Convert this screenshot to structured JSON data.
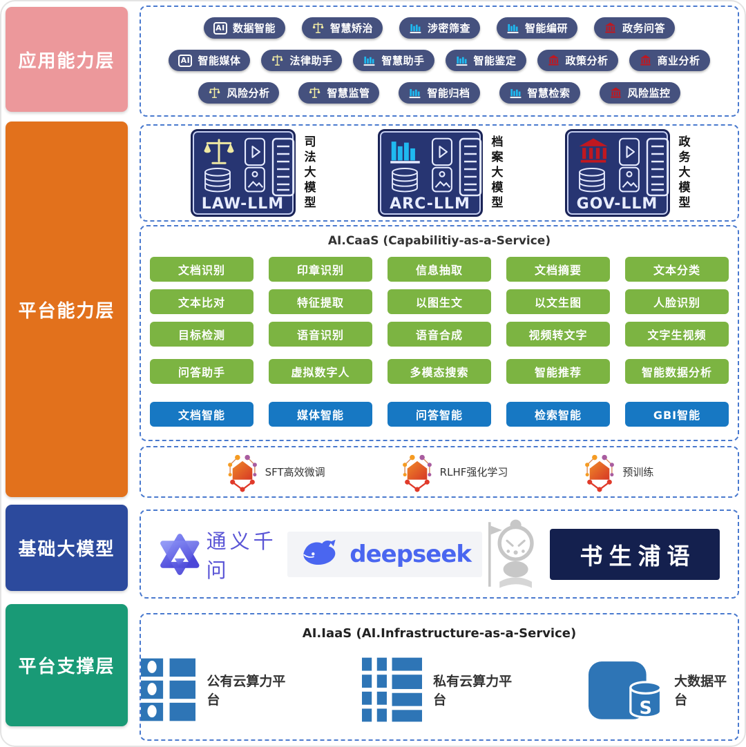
{
  "colors": {
    "app_layer": "#EC989B",
    "platform_layer": "#E2711C",
    "foundation_layer": "#2C4A9D",
    "support_layer": "#199A76",
    "badge_bg": "#45517E",
    "green_btn": "#7CB442",
    "blue_btn": "#1778C3",
    "dashed_border": "#4979CE",
    "scale_icon": "#EFE9A3",
    "library_icon": "#1FB9F0",
    "bank_icon": "#C01820",
    "deepseek_blue": "#4A66F0",
    "tongyi_violet": "#5A55D6",
    "iaas_blue": "#2E75B6"
  },
  "sidebar": {
    "layers": [
      {
        "label": "应用能力层"
      },
      {
        "label": "平台能力层"
      },
      {
        "label": "基础大模型"
      },
      {
        "label": "平台支撑层"
      }
    ]
  },
  "icons": {
    "ai_glyph": "AI"
  },
  "app": {
    "rows": [
      {
        "items": [
          {
            "label": "数据智能",
            "icon": "ai-icon"
          },
          {
            "label": "智慧矫治",
            "icon": "scale-icon"
          },
          {
            "label": "涉密筛查",
            "icon": "library-icon"
          },
          {
            "label": "智能编研",
            "icon": "library-icon"
          },
          {
            "label": "政务问答",
            "icon": "bank-icon"
          }
        ]
      },
      {
        "items": [
          {
            "label": "智能媒体",
            "icon": "ai-icon"
          },
          {
            "label": "法律助手",
            "icon": "scale-icon"
          },
          {
            "label": "智慧助手",
            "icon": "library-icon"
          },
          {
            "label": "智能鉴定",
            "icon": "library-icon"
          },
          {
            "label": "政策分析",
            "icon": "bank-icon"
          },
          {
            "label": "商业分析",
            "icon": "bank-icon"
          }
        ]
      },
      {
        "items": [
          {
            "label": "风险分析",
            "icon": "scale-icon"
          },
          {
            "label": "智慧监管",
            "icon": "scale-icon"
          },
          {
            "label": "智能归档",
            "icon": "library-icon"
          },
          {
            "label": "智慧检索",
            "icon": "library-icon"
          },
          {
            "label": "风险监控",
            "icon": "bank-icon"
          }
        ]
      }
    ]
  },
  "llm": {
    "models": [
      {
        "name": "LAW-LLM",
        "domain": "司法大模型",
        "icon": "scale-icon"
      },
      {
        "name": "ARC-LLM",
        "domain": "档案大模型",
        "icon": "books-icon"
      },
      {
        "name": "GOV-LLM",
        "domain": "政务大模型",
        "icon": "bank-icon"
      }
    ]
  },
  "caas": {
    "title": "AI.CaaS (Capabilitiy-as-a-Service)",
    "green_rows": [
      {
        "items": [
          "文档识别",
          "印章识别",
          "信息抽取",
          "文档摘要",
          "文本分类"
        ]
      },
      {
        "items": [
          "文本比对",
          "特征提取",
          "以图生文",
          "以文生图",
          "人脸识别"
        ]
      },
      {
        "items": [
          "目标检测",
          "语音识别",
          "语音合成",
          "视频转文字",
          "文字生视频"
        ]
      },
      {
        "items": [
          "问答助手",
          "虚拟数字人",
          "多模态搜索",
          "智能推荐",
          "智能数据分析"
        ]
      }
    ],
    "blue_row": {
      "items": [
        "文档智能",
        "媒体智能",
        "问答智能",
        "检索智能",
        "GBI智能"
      ]
    }
  },
  "training": {
    "items": [
      {
        "label": "SFT高效微调"
      },
      {
        "label": "RLHF强化学习"
      },
      {
        "label": "预训练"
      }
    ]
  },
  "foundation": {
    "models": [
      {
        "name": "通义千问"
      },
      {
        "name": "deepseek"
      },
      {
        "name": "书生浦语"
      }
    ]
  },
  "iaas": {
    "title": "AI.IaaS (AI.Infrastructure-as-a-Service)",
    "bigdata_glyph": "S",
    "items": [
      {
        "label": "公有云算力平台",
        "icon": "public-cloud-icon"
      },
      {
        "label": "私有云算力平台",
        "icon": "private-cloud-icon"
      },
      {
        "label": "大数据平台",
        "icon": "bigdata-icon"
      }
    ]
  }
}
